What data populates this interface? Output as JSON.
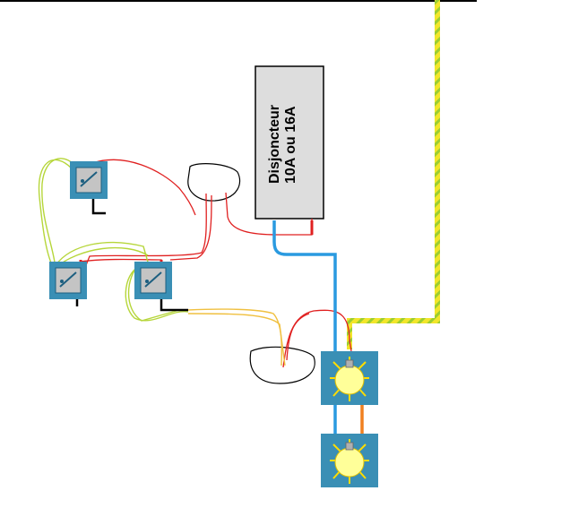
{
  "breaker": {
    "line1": "Disjoncteur",
    "line2": "10A ou 16A"
  },
  "colors": {
    "phase": "#e02020",
    "neutral": "#2a9ae0",
    "earth_yellow": "#f2e62a",
    "earth_green": "#9acd32",
    "switch_wire": "#f0c040",
    "lamp_link": "#f08020",
    "switch_frame": "#3a8fb5",
    "lamp_glow": "#ffff99"
  },
  "components": {
    "switches": [
      "switch-top-left",
      "switch-middle-left",
      "switch-middle-right"
    ],
    "lamps": [
      "lamp-upper",
      "lamp-lower"
    ],
    "junction_boxes": [
      "junction-box-upper",
      "junction-box-lower"
    ]
  }
}
